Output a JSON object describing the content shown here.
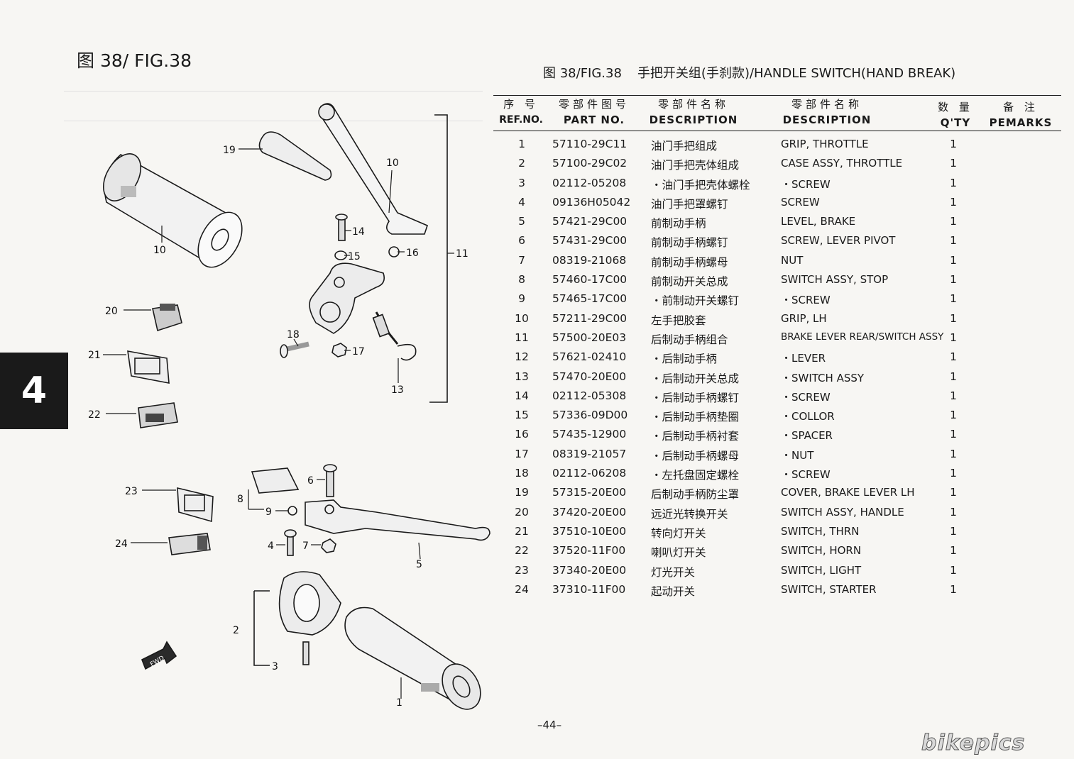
{
  "figure_title": "图 38/ FIG.38",
  "chapter_tab": "4",
  "table": {
    "fig_ref": "图 38/FIG.38",
    "title": "手把开关组(手刹款)/HANDLE  SWITCH(HAND  BREAK)",
    "headers": {
      "ref_cn": "序 号",
      "ref_en": "REF.NO.",
      "part_cn": "零部件图号",
      "part_en": "PART NO.",
      "desc_cn_cn": "零部件名称",
      "desc_cn_en": "DESCRIPTION",
      "desc_en_cn": "零部件名称",
      "desc_en_en": "DESCRIPTION",
      "qty_cn": "数 量",
      "qty_en": "Q'TY",
      "remarks_cn": "备 注",
      "remarks_en": "PEMARKS"
    },
    "rows": [
      {
        "ref": "1",
        "part": "57110-29C11",
        "cn": "油门手把组成",
        "en": "GRIP, THROTTLE",
        "qty": "1"
      },
      {
        "ref": "2",
        "part": "57100-29C02",
        "cn": "油门手把壳体组成",
        "en": "CASE ASSY, THROTTLE",
        "qty": "1"
      },
      {
        "ref": "3",
        "part": "02112-05208",
        "cn": "・油门手把壳体螺栓",
        "en": "・SCREW",
        "qty": "1"
      },
      {
        "ref": "4",
        "part": "09136H05042",
        "cn": "油门手把罩螺钉",
        "en": "SCREW",
        "qty": "1"
      },
      {
        "ref": "5",
        "part": "57421-29C00",
        "cn": "前制动手柄",
        "en": "LEVEL, BRAKE",
        "qty": "1"
      },
      {
        "ref": "6",
        "part": "57431-29C00",
        "cn": "前制动手柄螺钉",
        "en": "SCREW, LEVER PIVOT",
        "qty": "1"
      },
      {
        "ref": "7",
        "part": "08319-21068",
        "cn": "前制动手柄螺母",
        "en": "NUT",
        "qty": "1"
      },
      {
        "ref": "8",
        "part": "57460-17C00",
        "cn": "前制动开关总成",
        "en": "SWITCH ASSY, STOP",
        "qty": "1"
      },
      {
        "ref": "9",
        "part": "57465-17C00",
        "cn": "・前制动开关螺钉",
        "en": "・SCREW",
        "qty": "1"
      },
      {
        "ref": "10",
        "part": "57211-29C00",
        "cn": "左手把胶套",
        "en": "GRIP, LH",
        "qty": "1"
      },
      {
        "ref": "11",
        "part": "57500-20E03",
        "cn": "后制动手柄组合",
        "en": "BRAKE LEVER REAR/SWITCH ASSY",
        "qty": "1"
      },
      {
        "ref": "12",
        "part": "57621-02410",
        "cn": "・后制动手柄",
        "en": "・LEVER",
        "qty": "1"
      },
      {
        "ref": "13",
        "part": "57470-20E00",
        "cn": "・后制动开关总成",
        "en": "・SWITCH ASSY",
        "qty": "1"
      },
      {
        "ref": "14",
        "part": "02112-05308",
        "cn": "・后制动手柄螺钉",
        "en": "・SCREW",
        "qty": "1"
      },
      {
        "ref": "15",
        "part": "57336-09D00",
        "cn": "・后制动手柄垫圈",
        "en": "・COLLOR",
        "qty": "1"
      },
      {
        "ref": "16",
        "part": "57435-12900",
        "cn": "・后制动手柄衬套",
        "en": "・SPACER",
        "qty": "1"
      },
      {
        "ref": "17",
        "part": "08319-21057",
        "cn": "・后制动手柄螺母",
        "en": "・NUT",
        "qty": "1"
      },
      {
        "ref": "18",
        "part": "02112-06208",
        "cn": "・左托盘固定螺栓",
        "en": "・SCREW",
        "qty": "1"
      },
      {
        "ref": "19",
        "part": "57315-20E00",
        "cn": "后制动手柄防尘罩",
        "en": "COVER, BRAKE LEVER LH",
        "qty": "1"
      },
      {
        "ref": "20",
        "part": "37420-20E00",
        "cn": "远近光转换开关",
        "en": "SWITCH ASSY, HANDLE",
        "qty": "1"
      },
      {
        "ref": "21",
        "part": "37510-10E00",
        "cn": "转向灯开关",
        "en": "SWITCH, THRN",
        "qty": "1"
      },
      {
        "ref": "22",
        "part": "37520-11F00",
        "cn": "喇叭灯开关",
        "en": "SWITCH, HORN",
        "qty": "1"
      },
      {
        "ref": "23",
        "part": "37340-20E00",
        "cn": "灯光开关",
        "en": "SWITCH, LIGHT",
        "qty": "1"
      },
      {
        "ref": "24",
        "part": "37310-11F00",
        "cn": "起动开关",
        "en": "SWITCH, STARTER",
        "qty": "1"
      }
    ]
  },
  "diagram": {
    "callouts": {
      "c19": "19",
      "c10a": "10",
      "c10b": "10",
      "c14": "14",
      "c15": "15",
      "c16": "16",
      "c11": "11",
      "c20": "20",
      "c21": "21",
      "c22": "22",
      "c18": "18",
      "c17": "17",
      "c13": "13",
      "c6": "6",
      "c8": "8",
      "c9": "9",
      "c23": "23",
      "c24": "24",
      "c4": "4",
      "c7": "7",
      "c5": "5",
      "c2": "2",
      "c3": "3",
      "c1": "1"
    },
    "fwd_label": "FWD"
  },
  "page_number": "–44–",
  "watermark": "bikepics"
}
